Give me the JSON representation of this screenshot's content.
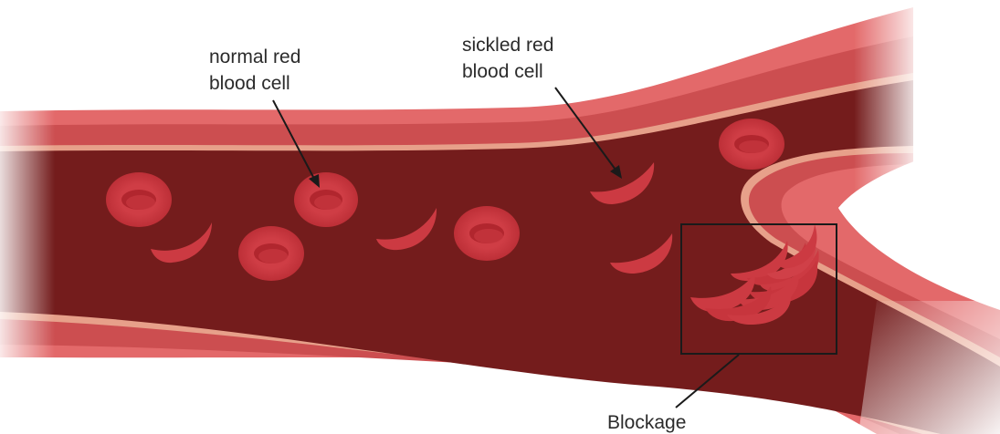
{
  "labels": {
    "normal_line1": "normal red",
    "normal_line2": "blood cell",
    "sickled_line1": "sickled red",
    "sickled_line2": "blood cell",
    "blockage": "Blockage"
  },
  "colors": {
    "vessel_outer": "#e06a6b",
    "vessel_mid": "#cc4f50",
    "vessel_edge_line": "#e8a58c",
    "vessel_lumen": "#751c1c",
    "cell_fill": "#cd3b43",
    "cell_inner": "#b3282f",
    "cell_highlight": "#e06a70",
    "annotation": "#1a1a1a"
  }
}
